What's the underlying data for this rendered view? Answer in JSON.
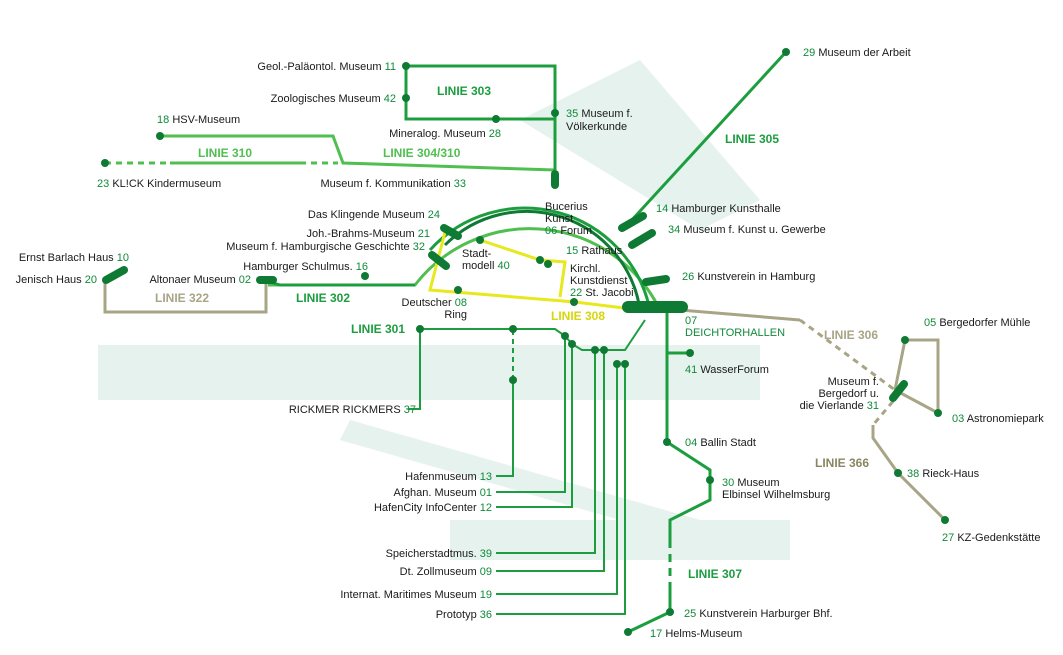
{
  "colors": {
    "green_dark": "#0f7a34",
    "green_mid": "#1c9e3f",
    "green_light": "#4fbf4f",
    "olive": "#a8a586",
    "olive_dark": "#8a8663",
    "yellow": "#e8e81e",
    "background_river": "#e5f1ec"
  },
  "lines": {
    "l301": "LINIE 301",
    "l302": "LINIE 302",
    "l303": "LINIE 303",
    "l304": "LINIE 304/310",
    "l305": "LINIE 305",
    "l306": "LINIE 306",
    "l307": "LINIE 307",
    "l308": "LINIE 308",
    "l310": "LINIE 310",
    "l322": "LINIE 322",
    "l366": "LINIE 366"
  },
  "stops": {
    "s11": {
      "num": "11",
      "name": "Geol.-Paläontol. Museum"
    },
    "s42": {
      "num": "42",
      "name": "Zoologisches Museum"
    },
    "s28": {
      "num": "28",
      "name": "Mineralog. Museum"
    },
    "s35": {
      "num": "35",
      "name1": "Museum f.",
      "name2": "Völkerkunde"
    },
    "s18": {
      "num": "18",
      "name": "HSV-Museum"
    },
    "s23": {
      "num": "23",
      "name": "KL!CK Kindermuseum"
    },
    "s33": {
      "num": "33",
      "name": "Museum f. Kommunikation"
    },
    "s24": {
      "num": "24",
      "name": "Das Klingende Museum"
    },
    "s21": {
      "num": "21",
      "name": "Joh.-Brahms-Museum"
    },
    "s32": {
      "num": "32",
      "name": "Museum f. Hamburgische Geschichte"
    },
    "s16": {
      "num": "16",
      "name": "Hamburger Schulmus."
    },
    "s10": {
      "num": "10",
      "name": "Ernst Barlach Haus"
    },
    "s20": {
      "num": "20",
      "name": "Jenisch Haus"
    },
    "s02": {
      "num": "02",
      "name": "Altonaer Museum"
    },
    "s06": {
      "num": "06",
      "name1": "Bucerius",
      "name2": "Kunst",
      "name3": "Forum"
    },
    "s40": {
      "num": "40",
      "name1": "Stadt-",
      "name2": "modell"
    },
    "s15": {
      "num": "15",
      "name": "Rathaus"
    },
    "s22": {
      "num": "22",
      "name1": "Kirchl.",
      "name2": "Kunstdienst",
      "name3": "St. Jacobi"
    },
    "s08": {
      "num": "08",
      "name1": "Deutscher",
      "name2": "Ring"
    },
    "s14": {
      "num": "14",
      "name": "Hamburger Kunsthalle"
    },
    "s34": {
      "num": "34",
      "name": "Museum f. Kunst u. Gewerbe"
    },
    "s26": {
      "num": "26",
      "name": "Kunstverein in Hamburg"
    },
    "s29": {
      "num": "29",
      "name": "Museum der Arbeit"
    },
    "s07": {
      "num": "07",
      "name": "DEICHTORHALLEN"
    },
    "s41": {
      "num": "41",
      "name": "WasserForum"
    },
    "s04": {
      "num": "04",
      "name": "Ballin Stadt"
    },
    "s30": {
      "num": "30",
      "name1": "Museum",
      "name2": "Elbinsel Wilhelmsburg"
    },
    "s25": {
      "num": "25",
      "name": "Kunstverein Harburger Bhf."
    },
    "s17": {
      "num": "17",
      "name": "Helms-Museum"
    },
    "s37": {
      "num": "37",
      "name": "RICKMER RICKMERS"
    },
    "s13": {
      "num": "13",
      "name": "Hafenmuseum"
    },
    "s01": {
      "num": "01",
      "name": "Afghan. Museum"
    },
    "s12": {
      "num": "12",
      "name": "HafenCity InfoCenter"
    },
    "s39": {
      "num": "39",
      "name": "Speicherstadtmus."
    },
    "s09": {
      "num": "09",
      "name": "Dt. Zollmuseum"
    },
    "s19": {
      "num": "19",
      "name": "Internat. Maritimes Museum"
    },
    "s36": {
      "num": "36",
      "name": "Prototyp"
    },
    "s05": {
      "num": "05",
      "name": "Bergedorfer Mühle"
    },
    "s03": {
      "num": "03",
      "name": "Astronomiepark"
    },
    "s31": {
      "num": "31",
      "name1": "Museum f.",
      "name2": "Bergedorf u.",
      "name3": "die Vierlande"
    },
    "s38": {
      "num": "38",
      "name": "Rieck-Haus"
    },
    "s27": {
      "num": "27",
      "name": "KZ-Gedenkstätte"
    }
  }
}
